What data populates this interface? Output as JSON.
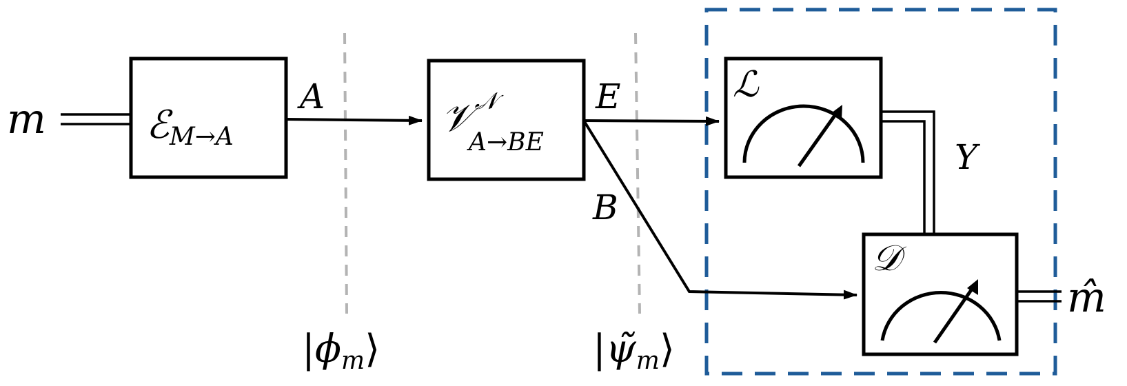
{
  "input_label": "m",
  "output_label": "m̂",
  "encoder": {
    "symbol": "ℰ",
    "subscript": "M→A"
  },
  "isometry": {
    "symbol": "𝒱",
    "superscript": "𝒩",
    "subscript": "A→BE"
  },
  "meter_L": {
    "symbol": "ℒ"
  },
  "meter_D": {
    "symbol": "𝒟"
  },
  "wire_labels": {
    "A": "A",
    "E": "E",
    "B": "B",
    "Y": "Y"
  },
  "states": {
    "phi_ket": {
      "left": "|",
      "symbol": "ϕ",
      "subscript": "m",
      "right": "⟩"
    },
    "psi_ket": {
      "left": "|",
      "symbol": "ψ̃",
      "subscript": "m",
      "right": "⟩"
    }
  },
  "colors": {
    "decoder_region_border": "#1f5c99",
    "cut_line": "#b3b3b3",
    "stroke": "#000000"
  }
}
